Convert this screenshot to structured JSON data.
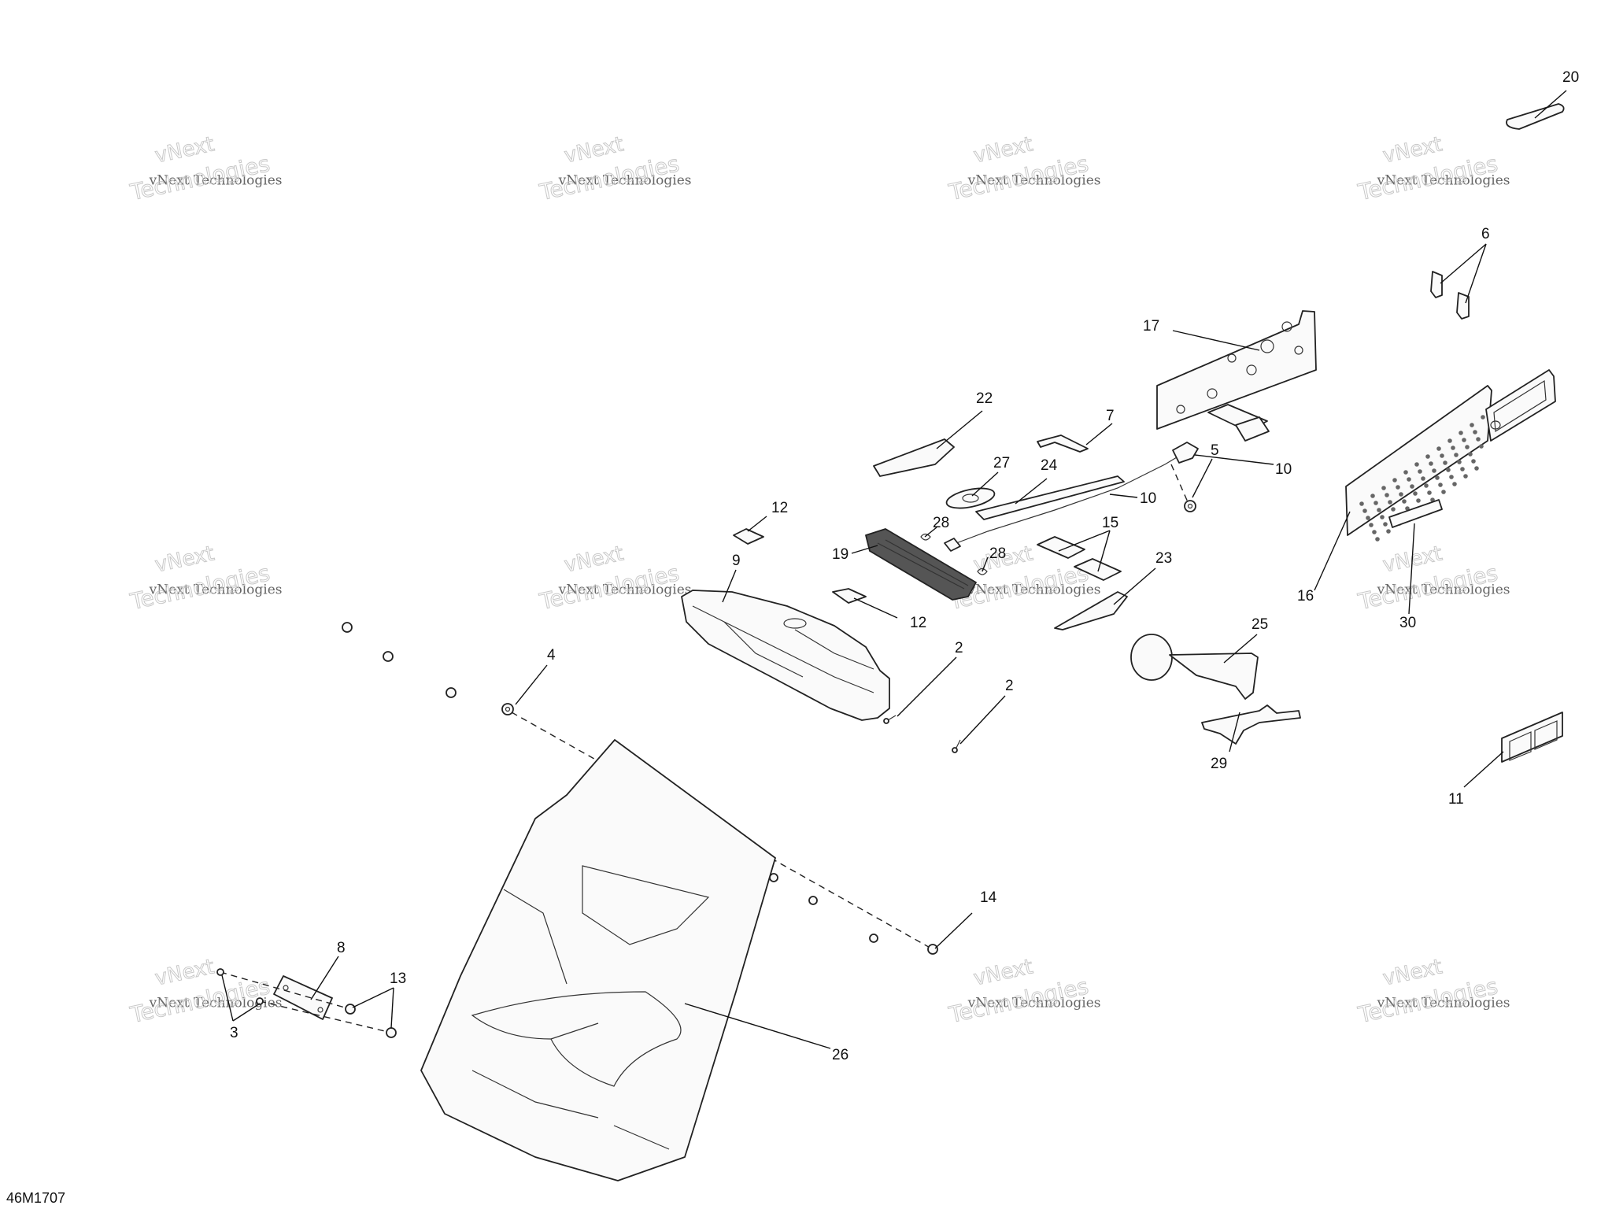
{
  "figure_id": "46M1707",
  "watermark": {
    "line1": "vNext",
    "line2": "vNext Technologies",
    "line3": "Technologies"
  },
  "callouts": [
    {
      "id": "c20",
      "label": "20"
    },
    {
      "id": "c6",
      "label": "6"
    },
    {
      "id": "c17",
      "label": "17"
    },
    {
      "id": "c22",
      "label": "22"
    },
    {
      "id": "c7",
      "label": "7"
    },
    {
      "id": "c10a",
      "label": "10"
    },
    {
      "id": "c27",
      "label": "27"
    },
    {
      "id": "c24",
      "label": "24"
    },
    {
      "id": "c10b",
      "label": "10"
    },
    {
      "id": "c5",
      "label": "5"
    },
    {
      "id": "c12a",
      "label": "12"
    },
    {
      "id": "c28a",
      "label": "28"
    },
    {
      "id": "c15",
      "label": "15"
    },
    {
      "id": "c19",
      "label": "19"
    },
    {
      "id": "c28b",
      "label": "28"
    },
    {
      "id": "c9",
      "label": "9"
    },
    {
      "id": "c23",
      "label": "23"
    },
    {
      "id": "c16",
      "label": "16"
    },
    {
      "id": "c30",
      "label": "30"
    },
    {
      "id": "c12b",
      "label": "12"
    },
    {
      "id": "c25",
      "label": "25"
    },
    {
      "id": "c2a",
      "label": "2"
    },
    {
      "id": "c2b",
      "label": "2"
    },
    {
      "id": "c4",
      "label": "4"
    },
    {
      "id": "c29",
      "label": "29"
    },
    {
      "id": "c11",
      "label": "11"
    },
    {
      "id": "c14",
      "label": "14"
    },
    {
      "id": "c8",
      "label": "8"
    },
    {
      "id": "c13",
      "label": "13"
    },
    {
      "id": "c3",
      "label": "3"
    },
    {
      "id": "c26",
      "label": "26"
    }
  ]
}
